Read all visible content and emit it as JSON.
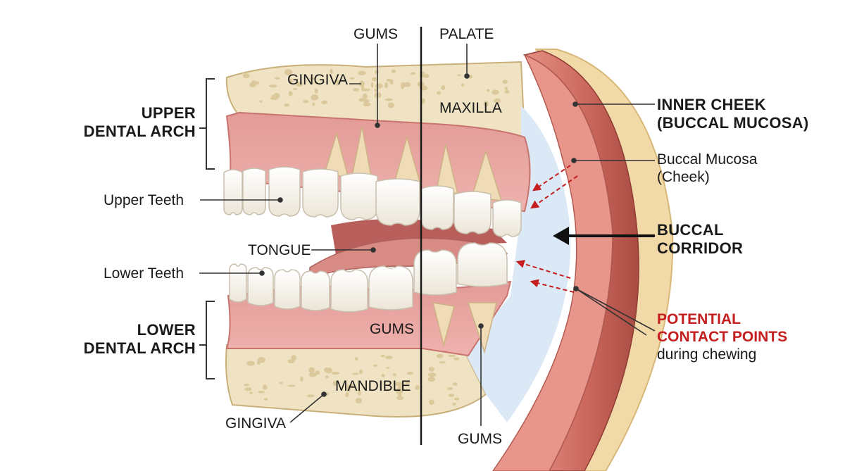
{
  "labels": {
    "gums_top": "GUMS",
    "palate": "PALATE",
    "gingiva_top": "GINGIVA",
    "maxilla": "MAXILLA",
    "upper_arch_line1": "UPPER",
    "upper_arch_line2": "DENTAL ARCH",
    "upper_teeth": "Upper Teeth",
    "tongue": "TONGUE",
    "lower_teeth": "Lower Teeth",
    "lower_arch_line1": "LOWER",
    "lower_arch_line2": "DENTAL ARCH",
    "gums_mid": "GUMS",
    "mandible": "MANDIBLE",
    "gingiva_bottom": "GINGIVA",
    "gums_bottom": "GUMS",
    "inner_cheek_line1": "INNER CHEEK",
    "inner_cheek_line2": "(BUCCAL MUCOSA)",
    "buccal_mucosa_line1": "Buccal Mucosa",
    "buccal_mucosa_line2": "(Cheek)",
    "buccal_corridor_line1": "BUCCAL",
    "buccal_corridor_line2": "CORRIDOR",
    "contact_line1": "POTENTIAL",
    "contact_line2": "CONTACT POINTS",
    "contact_line3": "during chewing"
  },
  "colors": {
    "bone": "#efe3c3",
    "bone_pore": "#d8c596",
    "gum": "#e8a3a0",
    "gum_dark": "#c9736f",
    "tooth": "#fbf8f1",
    "root": "#efdcb6",
    "tongue": "#d88a85",
    "mouth": "#b85e5b",
    "corridor": "#dbe8f6",
    "cheek": "#cf6e62",
    "cheek_dark": "#a94c42",
    "skin_layer": "#f2d9a8",
    "accent_red": "#c41e1e"
  }
}
